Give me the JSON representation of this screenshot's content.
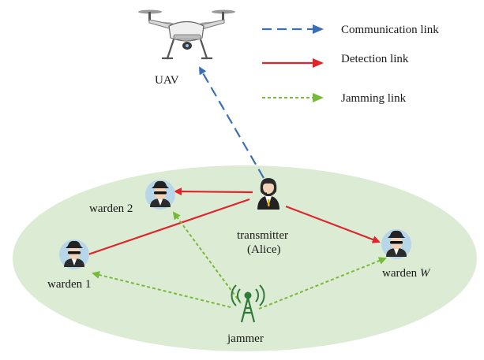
{
  "legend": {
    "communication": "Communication link",
    "detection": "Detection link",
    "jamming": "Jamming link"
  },
  "nodes": {
    "uav": "UAV",
    "transmitter_line1": "transmitter",
    "transmitter_line2": "(Alice)",
    "warden_1": "warden 1",
    "warden_2": "warden 2",
    "warden_w_prefix": "warden ",
    "warden_w_italic": "W",
    "jammer": "jammer"
  },
  "colors": {
    "communication": "#3a6fb8",
    "detection": "#e0242c",
    "jamming": "#79b93a",
    "area_fill": "#dcebd3",
    "jammer_icon": "#2f7a3a",
    "warden_bg": "#b7d6e8"
  }
}
